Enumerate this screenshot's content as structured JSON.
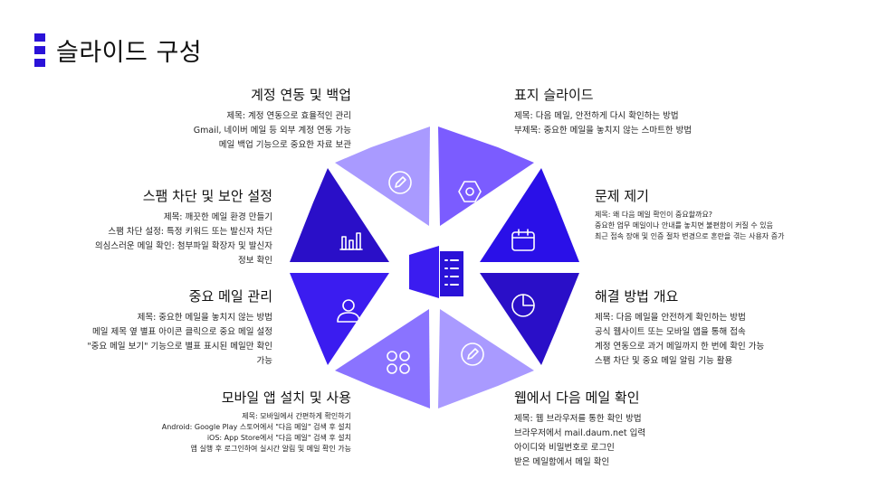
{
  "page": {
    "title": "슬라이드 구성"
  },
  "colors": {
    "accent": "#2a12d8",
    "deep": "#2a0fc8",
    "mid": "#5a36ff",
    "light": "#8a73ff",
    "pale": "#a99aff",
    "icon_stroke": "#ffffff"
  },
  "center_icon": "document-icon",
  "sections": [
    {
      "id": "backup",
      "heading": "계정 연동 및 백업",
      "lines": [
        "제목: 계정 연동으로 효율적인 관리",
        "Gmail, 네이버 메일 등 외부 계정 연동 가능",
        "메일 백업 기능으로 중요한 자료 보관"
      ],
      "icon": "pencil-icon"
    },
    {
      "id": "title-slide",
      "heading": "표지 슬라이드",
      "lines": [
        "제목: 다음 메일, 안전하게 다시 확인하는 방법",
        "부제목: 중요한 메일을 놓치지 않는 스마트한 방법"
      ],
      "icon": "hexagon-icon"
    },
    {
      "id": "problem",
      "heading": "문제 제기",
      "lines": [
        "제목: 왜 다음 메일 확인이 중요할까요?",
        "중요한 업무 메일이나 안내를 놓치면 불편함이 커질 수 있음",
        "최근 접속 장애 및 인증 절차 변경으로 혼란을 겪는 사용자 증가"
      ],
      "icon": "calendar-icon"
    },
    {
      "id": "solution",
      "heading": "해결 방법 개요",
      "lines": [
        "제목: 다음 메일을 안전하게 확인하는 방법",
        "공식 웹사이트 또는 모바일 앱을 통해 접속",
        "계정 연동으로 과거 메일까지 한 번에 확인 가능",
        "스팸 차단 및 중요 메일 알림 기능 활용"
      ],
      "icon": "pie-chart-icon"
    },
    {
      "id": "web",
      "heading": "웹에서 다음 메일 확인",
      "lines": [
        "제목: 웹 브라우저를 통한 확인 방법",
        "브라우저에서 mail.daum.net 입력",
        "아이디와 비밀번호로 로그인",
        "받은 메일함에서 메일 확인"
      ],
      "icon": "pencil-icon"
    },
    {
      "id": "mobile",
      "heading": "모바일 앱 설치 및 사용",
      "lines": [
        "제목: 모바일에서 간편하게 확인하기",
        "Android: Google Play 스토어에서 \"다음 메일\" 검색 후 설치",
        "iOS: App Store에서 \"다음 메일\" 검색 후 설치",
        "앱 실행 후 로그인하여 실시간 알림 및 메일 확인 가능"
      ],
      "icon": "grid-icon"
    },
    {
      "id": "important",
      "heading": "중요 메일 관리",
      "lines": [
        "제목: 중요한 메일을 놓치지 않는 방법",
        "메일 제목 옆 별표 아이콘 클릭으로 중요 메일 설정",
        "\"중요 메일 보기\" 기능으로 별표 표시된 메일만 확인",
        "가능"
      ],
      "icon": "user-icon"
    },
    {
      "id": "spam",
      "heading": "스팸 차단 및 보안 설정",
      "lines": [
        "제목: 깨끗한 메일 환경 만들기",
        "스팸 차단 설정: 특정 키워드 또는 발신자 차단",
        "의심스러운 메일 확인: 첨부파일 확장자 및 발신자",
        "정보 확인"
      ],
      "icon": "bar-chart-icon"
    }
  ]
}
